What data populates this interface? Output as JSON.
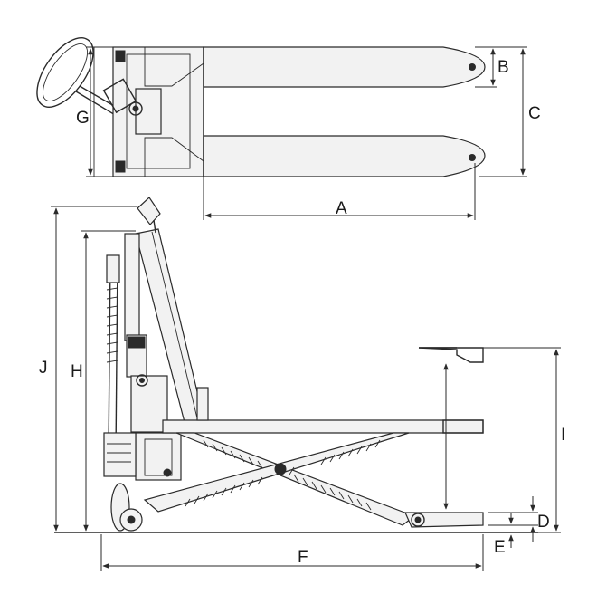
{
  "diagram": {
    "labels": {
      "A": "A",
      "B": "B",
      "C": "C",
      "D": "D",
      "E": "E",
      "F": "F",
      "G": "G",
      "H": "H",
      "I": "I",
      "J": "J"
    }
  }
}
